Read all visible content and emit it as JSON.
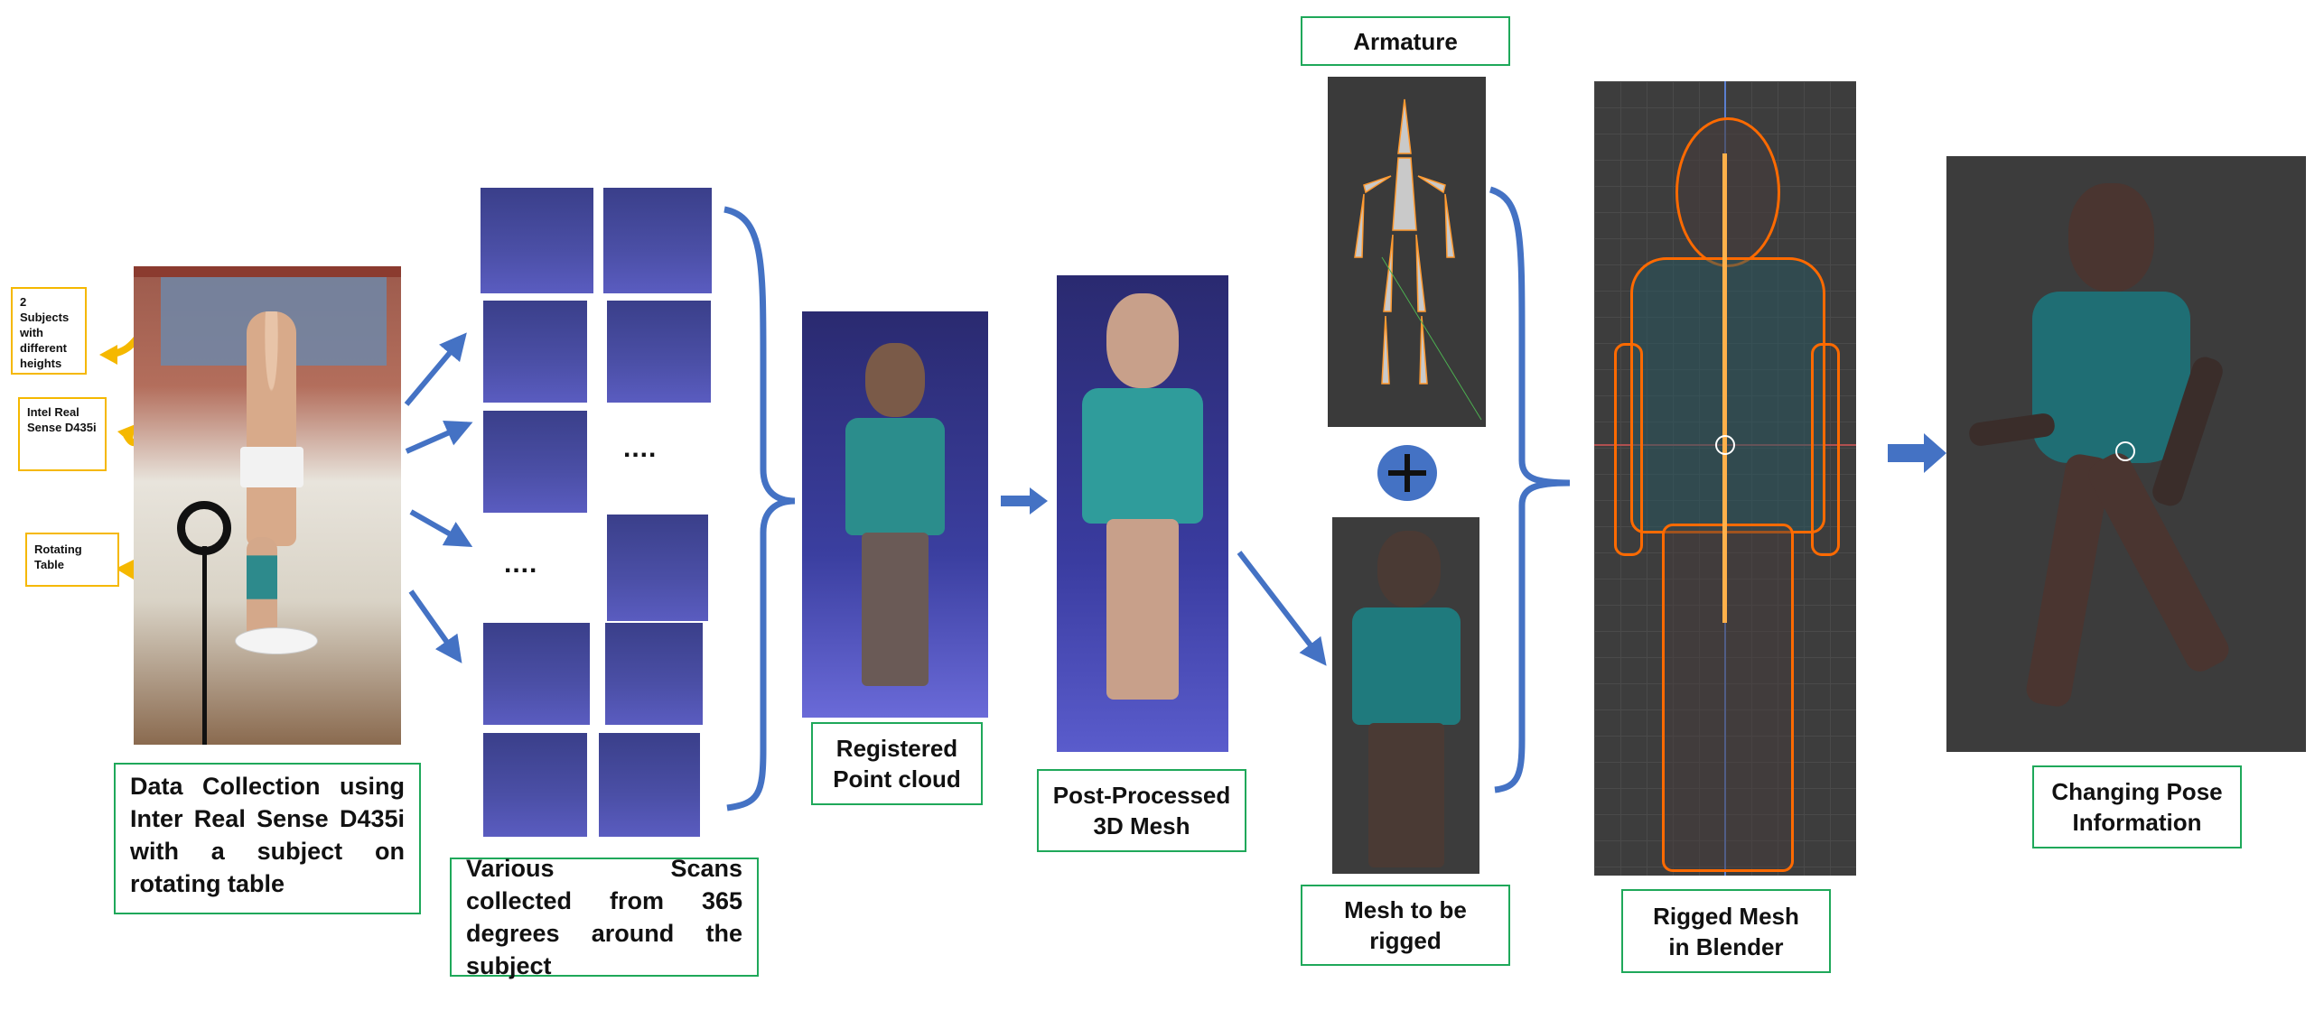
{
  "captions": {
    "data_collection": "Data Collection using Inter Real Sense D435i with a subject on rotating table",
    "various_scans": "Various Scans collected from 365 degrees around the subject",
    "registered": "Registered Point cloud",
    "post_processed": "Post-Processed 3D Mesh",
    "armature": "Armature",
    "mesh_to_rig": "Mesh to be rigged",
    "rigged_mesh": "Rigged Mesh in Blender",
    "changing_pose": "Changing Pose Information"
  },
  "callouts": {
    "subjects": "2 Subjects with different heights",
    "sensor": "Intel Real Sense D435i",
    "table": "Rotating Table"
  },
  "ellipsis": "....",
  "colors": {
    "caption_border": "#1fa85a",
    "callout_border": "#f5b800",
    "arrow_blue": "#4472c4",
    "rig_orange": "#ff6a00"
  },
  "icons": {
    "plus": "plus-circle-icon"
  }
}
